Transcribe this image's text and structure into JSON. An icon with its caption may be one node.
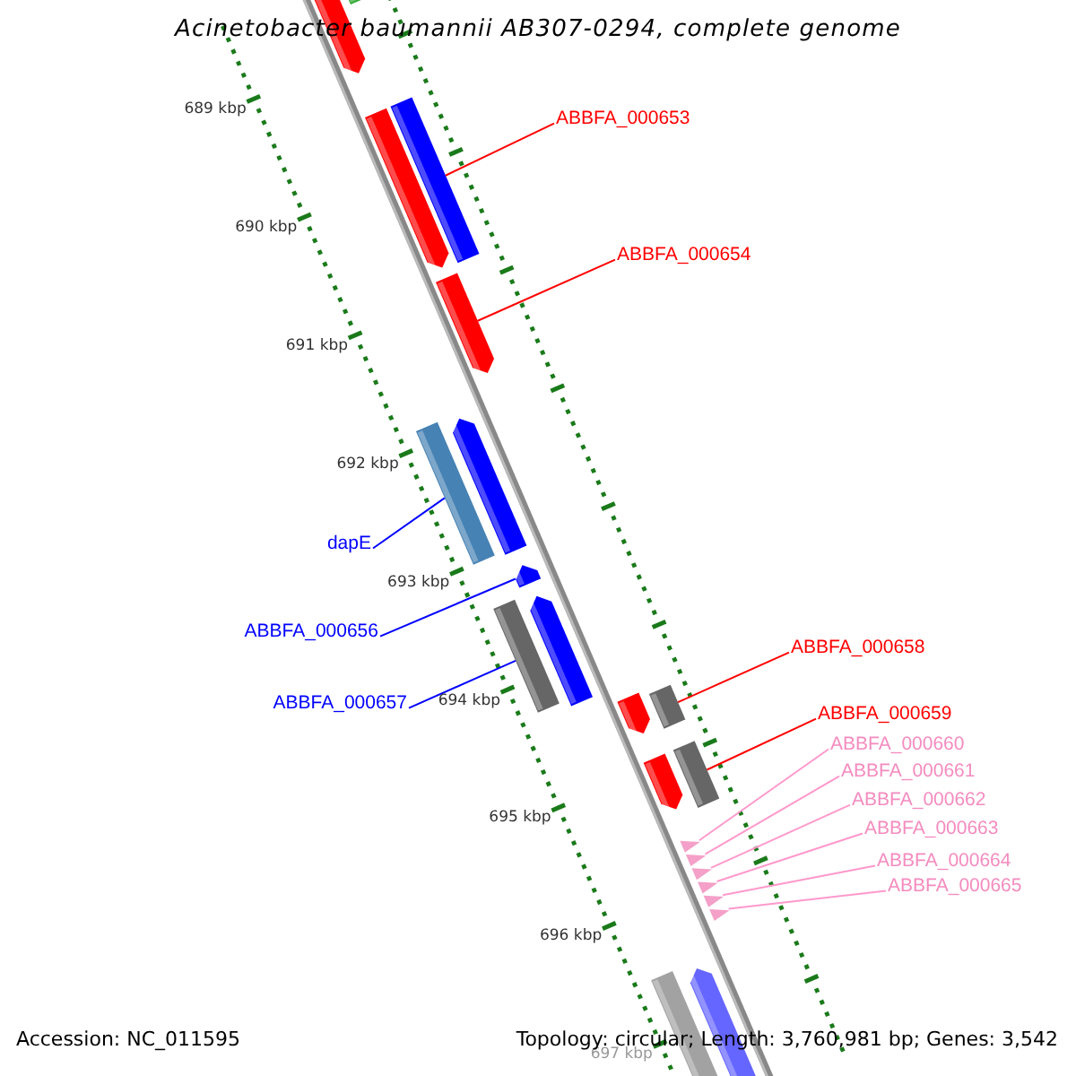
{
  "diagram": {
    "title": "Acinetobacter baumannii AB307-0294, complete genome",
    "nodes": [
      {
        "text": [
          "ABBFA_000653"
        ]
      },
      {
        "text": [
          "ABBFA_000654"
        ]
      },
      {
        "text": [
          "dapE"
        ]
      },
      {
        "text": [
          "ABBFA_000656"
        ]
      },
      {
        "text": [
          "ABBFA_000657"
        ]
      },
      {
        "text": [
          "ABBFA_000658"
        ]
      },
      {
        "text": [
          "ABBFA_000659"
        ]
      },
      {
        "text": [
          "ABBFA_000660"
        ]
      },
      {
        "text": [
          "ABBFA_000661"
        ]
      },
      {
        "text": [
          "ABBFA_000662"
        ]
      },
      {
        "text": [
          "ABBFA_000663"
        ]
      },
      {
        "text": [
          "ABBFA_000664"
        ]
      },
      {
        "text": [
          "ABBFA_000665"
        ]
      },
      {
        "text": [],
        "shape": "bar"
      },
      {
        "text": [],
        "shape": "bar"
      },
      {
        "text": [],
        "shape": "bar"
      },
      {
        "text": [],
        "shape": "bar"
      },
      {
        "text": [],
        "shape": "bar"
      },
      {
        "text": [],
        "shape": "bar"
      },
      {
        "text": [],
        "shape": "bar"
      },
      {
        "text": [],
        "shape": "triangle"
      },
      {
        "text": [],
        "shape": "triangle"
      },
      {
        "text": [],
        "shape": "triangle"
      },
      {
        "text": [],
        "shape": "triangle"
      },
      {
        "text": [],
        "shape": "triangle"
      },
      {
        "text": [],
        "shape": "triangle"
      },
      {
        "text": [],
        "shape": "bar"
      },
      {
        "text": [],
        "shape": "bar"
      },
      {
        "text": [],
        "shape": "bar"
      },
      {
        "text": [],
        "shape": "bar"
      },
      {
        "text": [],
        "shape": "bar"
      },
      {
        "text": [],
        "shape": "bar"
      },
      {
        "text": [],
        "shape": "bar"
      },
      {
        "text": [],
        "shape": "bar"
      },
      {
        "text": [],
        "shape": "bar"
      }
    ],
    "edges": [
      {
        "from": 0,
        "to": 13,
        "arrow": "none",
        "color": "#ff0000"
      },
      {
        "from": 1,
        "to": 14,
        "arrow": "none",
        "color": "#ff0000"
      },
      {
        "from": 2,
        "to": 15,
        "arrow": "none",
        "color": "#0000ff"
      },
      {
        "from": 3,
        "to": 16,
        "arrow": "none",
        "color": "#0000ff"
      },
      {
        "from": 4,
        "to": 17,
        "arrow": "none",
        "color": "#0000ff"
      },
      {
        "from": 5,
        "to": 18,
        "arrow": "none",
        "color": "#ff0000"
      },
      {
        "from": 6,
        "to": 19,
        "arrow": "none",
        "color": "#ff0000"
      },
      {
        "from": 7,
        "to": 20,
        "arrow": "none",
        "color": "#ff99cc"
      },
      {
        "from": 8,
        "to": 21,
        "arrow": "none",
        "color": "#ff99cc"
      },
      {
        "from": 9,
        "to": 22,
        "arrow": "none",
        "color": "#ff99cc"
      },
      {
        "from": 10,
        "to": 23,
        "arrow": "none",
        "color": "#ff99cc"
      },
      {
        "from": 11,
        "to": 24,
        "arrow": "none",
        "color": "#ff99cc"
      },
      {
        "from": 12,
        "to": 25,
        "arrow": "none",
        "color": "#ff99cc"
      }
    ],
    "labels": [
      "689 kbp",
      "690 kbp",
      "691 kbp",
      "692 kbp",
      "693 kbp",
      "694 kbp",
      "695 kbp",
      "696 kbp",
      "697 kbp",
      "Accession: NC_011595",
      "Topology: circular; Length: 3,760,981 bp; Genes: 3,542"
    ]
  }
}
